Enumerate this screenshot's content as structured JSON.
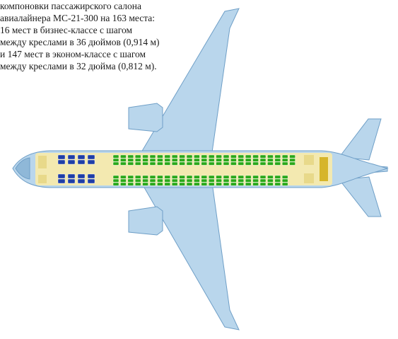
{
  "caption": {
    "lines": [
      "компоновки пассажирского салона",
      "авиалайнера МС-21-300 на 163 места:",
      "16 мест в бизнес-классе с шагом",
      "между креслами в 36 дюймов (0,914 м)",
      "и 147 мест в эконом-классе с шагом",
      "между креслами в 32 дюйма (0,812 м)."
    ]
  },
  "seating": {
    "business_seats": 16,
    "economy_seats": 147,
    "business_color": "#1f3ea8",
    "economy_color": "#2aa81a"
  },
  "colors": {
    "airframe_fill": "#b9d6ec",
    "airframe_stroke": "#6f9fc7",
    "cabin_floor": "#f3e9b0",
    "service_area": "#e8d98a",
    "galley": "#d6b52a"
  }
}
